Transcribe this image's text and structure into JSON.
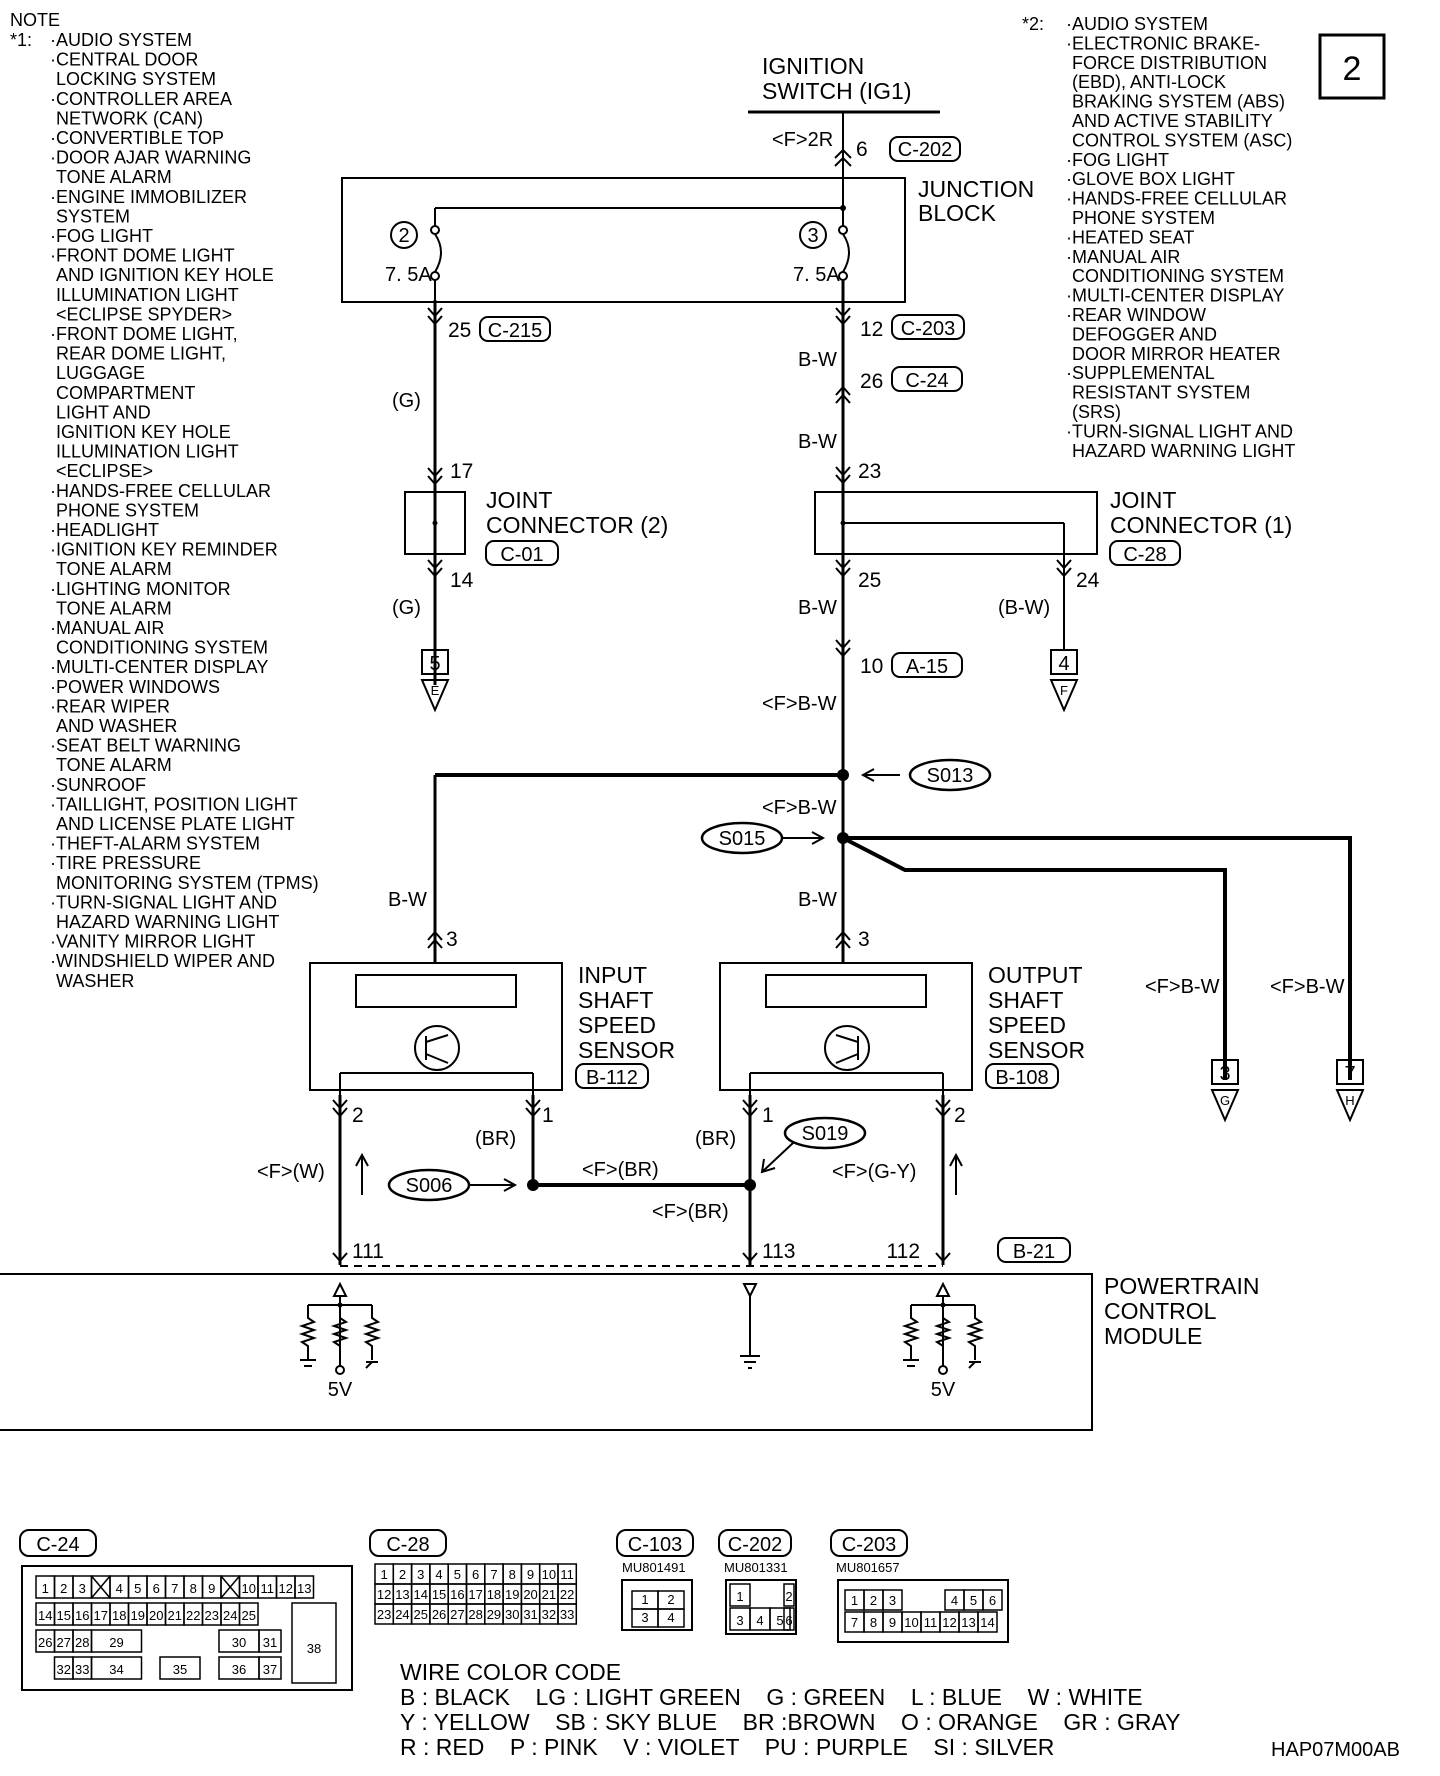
{
  "page_number": "2",
  "figure_code": "HAP07M00AB",
  "note1": {
    "title": "NOTE",
    "marker": "*1:",
    "lines": [
      "·AUDIO SYSTEM",
      "·CENTRAL DOOR",
      "LOCKING SYSTEM",
      "·CONTROLLER AREA",
      "NETWORK (CAN)",
      "·CONVERTIBLE TOP",
      "·DOOR AJAR WARNING",
      "TONE ALARM",
      "·ENGINE IMMOBILIZER",
      "SYSTEM",
      "·FOG LIGHT",
      "·FRONT DOME LIGHT",
      "AND IGNITION KEY HOLE",
      "ILLUMINATION LIGHT",
      "<ECLIPSE SPYDER>",
      "·FRONT DOME LIGHT,",
      "REAR DOME LIGHT,",
      "LUGGAGE",
      "COMPARTMENT",
      "LIGHT AND",
      "IGNITION KEY HOLE",
      "ILLUMINATION LIGHT",
      "<ECLIPSE>",
      "·HANDS-FREE CELLULAR",
      "PHONE SYSTEM",
      "·HEADLIGHT",
      "·IGNITION KEY REMINDER",
      "TONE ALARM",
      "·LIGHTING MONITOR",
      "TONE ALARM",
      "·MANUAL AIR",
      "CONDITIONING SYSTEM",
      "·MULTI-CENTER DISPLAY",
      "·POWER WINDOWS",
      "·REAR WIPER",
      "AND WASHER",
      "·SEAT BELT WARNING",
      "TONE ALARM",
      "·SUNROOF",
      "·TAILLIGHT, POSITION LIGHT",
      "AND LICENSE PLATE LIGHT",
      "·THEFT-ALARM SYSTEM",
      "·TIRE PRESSURE",
      "MONITORING SYSTEM (TPMS)",
      "·TURN-SIGNAL LIGHT AND",
      "HAZARD WARNING LIGHT",
      "·VANITY MIRROR LIGHT",
      "·WINDSHIELD WIPER AND",
      "WASHER"
    ]
  },
  "note2": {
    "marker": "*2:",
    "lines": [
      "·AUDIO SYSTEM",
      "·ELECTRONIC BRAKE-",
      "FORCE DISTRIBUTION",
      "(EBD), ANTI-LOCK",
      "BRAKING SYSTEM (ABS)",
      "AND ACTIVE STABILITY",
      "CONTROL SYSTEM (ASC)",
      "·FOG LIGHT",
      "·GLOVE BOX LIGHT",
      "·HANDS-FREE CELLULAR",
      "PHONE SYSTEM",
      "·HEATED SEAT",
      "·MANUAL AIR",
      "CONDITIONING SYSTEM",
      "·MULTI-CENTER DISPLAY",
      "·REAR WINDOW",
      "DEFOGGER AND",
      "DOOR MIRROR HEATER",
      "·SUPPLEMENTAL",
      "RESISTANT SYSTEM",
      "(SRS)",
      "·TURN-SIGNAL LIGHT AND",
      "HAZARD WARNING LIGHT"
    ]
  },
  "ignition": {
    "line1": "IGNITION",
    "line2": "SWITCH (IG1)",
    "wire": "<F>2R",
    "pin": "6",
    "connector": "C-202"
  },
  "junction_block": {
    "line1": "JUNCTION",
    "line2": "BLOCK",
    "fuse_left_no": "2",
    "fuse_right_no": "3",
    "fuse_left_amp": "7. 5A",
    "fuse_right_amp": "7. 5A"
  },
  "left_branch": {
    "pin_top": "25",
    "connector_top": "C-215",
    "wire1": "(G)",
    "pin_in": "17",
    "pin_out": "14",
    "wire2": "(G)",
    "dest_no": "5",
    "dest_letter": "E"
  },
  "joint2": {
    "line1": "JOINT",
    "line2": "CONNECTOR (2)",
    "connector": "C-01"
  },
  "center_branch": {
    "pin_jb": "12",
    "connector_jb": "C-203",
    "wire1": "B-W",
    "pin_c24": "26",
    "connector_c24": "C-24",
    "wire2": "B-W",
    "pin_in": "23",
    "pin_out": "25",
    "wire3": "B-W",
    "pin_a15": "10",
    "connector_a15": "A-15",
    "wire4": "<F>B-W",
    "splice1": "S013",
    "wire5": "<F>B-W",
    "splice2": "S015"
  },
  "joint1": {
    "line1": "JOINT",
    "line2": "CONNECTOR (1)",
    "connector": "C-28",
    "pin_side": "24",
    "wire_side": "(B-W)",
    "dest_no": "4",
    "dest_letter": "F"
  },
  "input_sensor": {
    "line1": "INPUT",
    "line2": "SHAFT",
    "line3": "SPEED",
    "line4": "SENSOR",
    "connector": "B-112",
    "wire_in": "B-W",
    "pin_in": "3",
    "pin_left": "2",
    "pin_right": "1"
  },
  "output_sensor": {
    "line1": "OUTPUT",
    "line2": "SHAFT",
    "line3": "SPEED",
    "line4": "SENSOR",
    "connector": "B-108",
    "wire_in": "B-W",
    "pin_in": "3",
    "pin_left": "1",
    "pin_right": "2"
  },
  "right_dests": {
    "wire_g": "<F>B-W",
    "no_g": "3",
    "letter_g": "G",
    "wire_h": "<F>B-W",
    "no_h": "7",
    "letter_h": "H"
  },
  "bottom_wires": {
    "w_left": "<F>(W)",
    "br_left": "(BR)",
    "br_mid": "<F>(BR)",
    "br_right": "(BR)",
    "br_low": "<F>(BR)",
    "w_right": "<F>(G-Y)",
    "splice_left": "S006",
    "splice_right": "S019",
    "pin_111": "111",
    "pin_113": "113",
    "pin_112": "112",
    "connector_pcm": "B-21",
    "v_left": "5V",
    "v_right": "5V"
  },
  "pcm": {
    "line1": "POWERTRAIN",
    "line2": "CONTROL",
    "line3": "MODULE"
  },
  "connector_views": {
    "c24": {
      "label": "C-24",
      "rows": [
        [
          "1",
          "2",
          "3",
          "4",
          "5",
          "6",
          "7",
          "8",
          "9",
          "10",
          "11",
          "12",
          "13"
        ],
        [
          "14",
          "15",
          "16",
          "17",
          "18",
          "19",
          "20",
          "21",
          "22",
          "23",
          "24",
          "25"
        ],
        [
          "26",
          "27",
          "28",
          "29",
          "30",
          "31",
          "38"
        ],
        [
          "32",
          "33",
          "34",
          "35",
          "36",
          "37"
        ]
      ]
    },
    "c28": {
      "label": "C-28",
      "rows": [
        [
          "1",
          "2",
          "3",
          "4",
          "5",
          "6",
          "7",
          "8",
          "9",
          "10",
          "11"
        ],
        [
          "12",
          "13",
          "14",
          "15",
          "16",
          "17",
          "18",
          "19",
          "20",
          "21",
          "22"
        ],
        [
          "23",
          "24",
          "25",
          "26",
          "27",
          "28",
          "29",
          "30",
          "31",
          "32",
          "33"
        ]
      ]
    },
    "c103": {
      "label": "C-103",
      "part": "MU801491",
      "pins": [
        "1",
        "2",
        "3",
        "4"
      ]
    },
    "c202": {
      "label": "C-202",
      "part": "MU801331",
      "pins": [
        "1",
        "2",
        "3",
        "4",
        "5",
        "6"
      ]
    },
    "c203": {
      "label": "C-203",
      "part": "MU801657",
      "rows": [
        [
          "1",
          "2",
          "3",
          "4",
          "5",
          "6"
        ],
        [
          "7",
          "8",
          "9",
          "10",
          "11",
          "12",
          "13",
          "14"
        ]
      ]
    }
  },
  "wire_color_code": {
    "title": "WIRE COLOR CODE",
    "line1": "B : BLACK    LG : LIGHT GREEN    G : GREEN    L : BLUE    W : WHITE",
    "line2": "Y : YELLOW    SB : SKY BLUE    BR :BROWN    O : ORANGE    GR : GRAY",
    "line3": "R : RED    P : PINK    V : VIOLET    PU : PURPLE    SI : SILVER"
  }
}
